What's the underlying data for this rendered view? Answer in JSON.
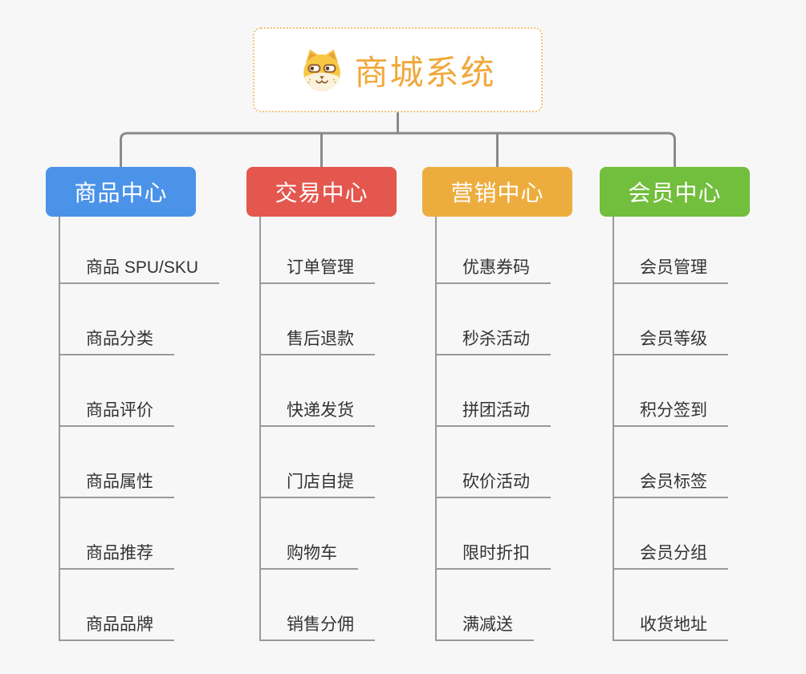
{
  "root": {
    "title": "商城系统",
    "icon": "dog-face-icon"
  },
  "branches": [
    {
      "id": "product-center",
      "label": "商品中心",
      "color": "#4B93E8",
      "items": [
        "商品 SPU/SKU",
        "商品分类",
        "商品评价",
        "商品属性",
        "商品推荐",
        "商品品牌"
      ]
    },
    {
      "id": "trade-center",
      "label": "交易中心",
      "color": "#E4574E",
      "items": [
        "订单管理",
        "售后退款",
        "快递发货",
        "门店自提",
        "购物车",
        "销售分佣"
      ]
    },
    {
      "id": "marketing-center",
      "label": "营销中心",
      "color": "#EDAD3E",
      "items": [
        "优惠券码",
        "秒杀活动",
        "拼团活动",
        "砍价活动",
        "限时折扣",
        "满减送"
      ]
    },
    {
      "id": "member-center",
      "label": "会员中心",
      "color": "#72BE3D",
      "items": [
        "会员管理",
        "会员等级",
        "积分签到",
        "会员标签",
        "会员分组",
        "收货地址"
      ]
    }
  ],
  "colors": {
    "background": "#F7F7F7",
    "root_text": "#F0A83C",
    "root_border": "#F2C27B",
    "connector": "#8A8A8A",
    "item_line": "#9A9A9A",
    "item_text": "#333333"
  }
}
